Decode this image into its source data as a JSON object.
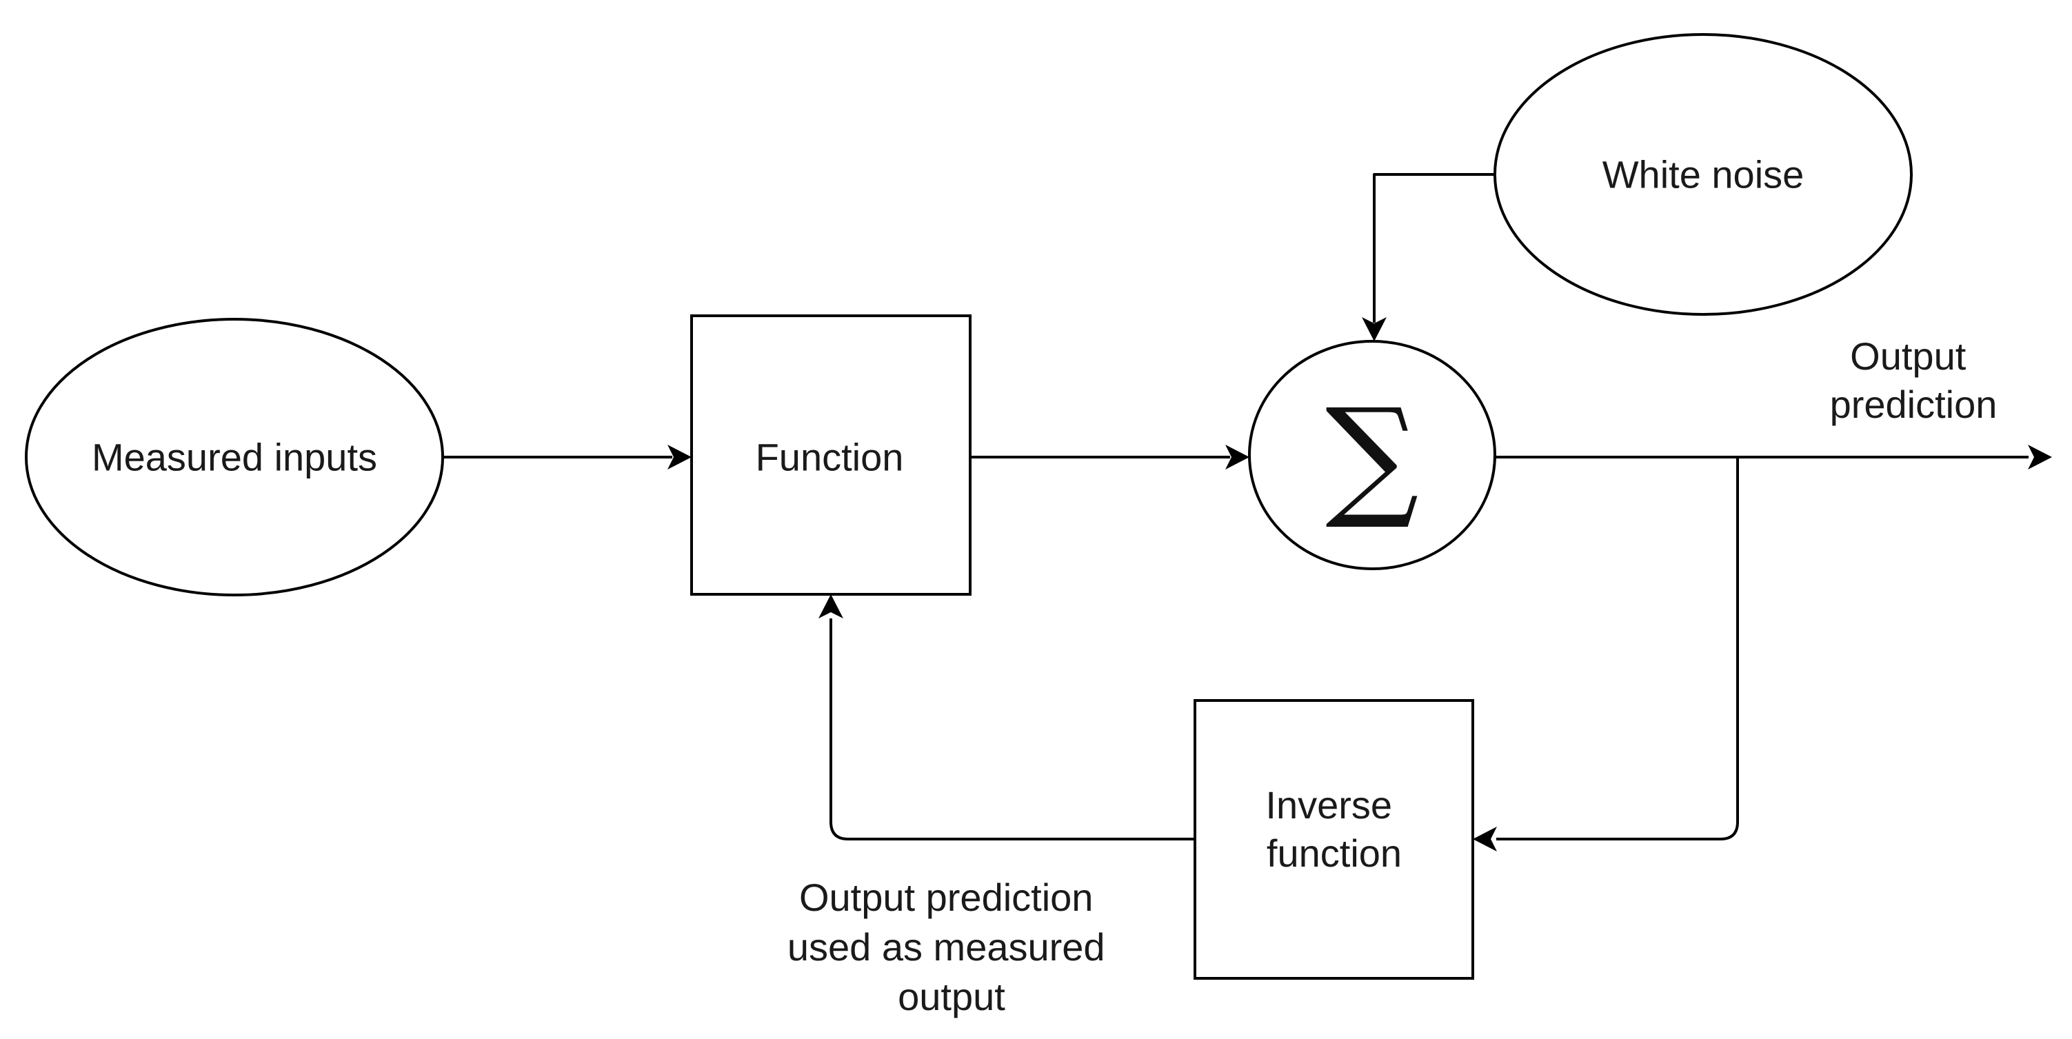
{
  "nodes": {
    "measured_inputs": "Measured inputs",
    "function": "Function",
    "summation": "∑",
    "white_noise": "White noise",
    "inverse_function": [
      "Inverse",
      "function"
    ]
  },
  "labels": {
    "output_prediction": [
      "Output",
      "prediction"
    ],
    "feedback_note": [
      "Output prediction",
      "used as measured",
      "output"
    ]
  }
}
